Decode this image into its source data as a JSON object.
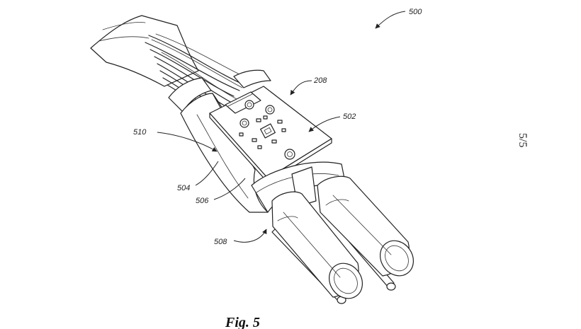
{
  "figure": {
    "caption": "Fig. 5",
    "sheet_number": "5/5",
    "reference_numerals": {
      "assembly": "500",
      "board": "208",
      "top_face": "502",
      "sleeve": "510",
      "edge_a": "504",
      "edge_b": "506",
      "connectors": "508"
    }
  }
}
